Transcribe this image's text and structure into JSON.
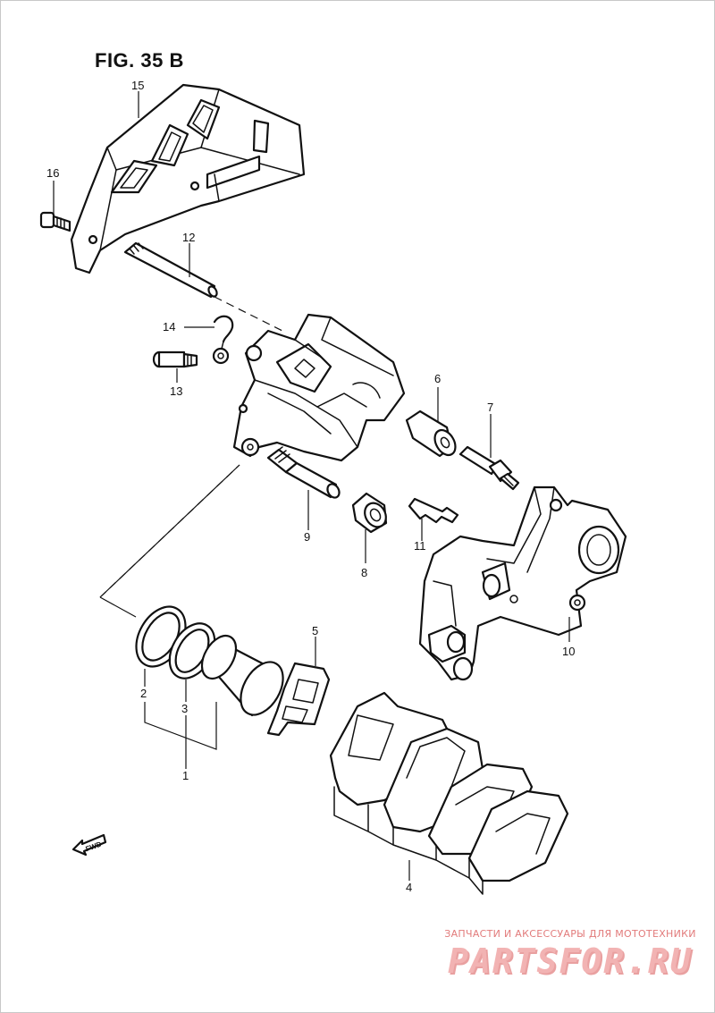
{
  "figure": {
    "title": "FIG. 35 B"
  },
  "callouts": [
    {
      "id": "15",
      "label": "15"
    },
    {
      "id": "16",
      "label": "16"
    },
    {
      "id": "12",
      "label": "12"
    },
    {
      "id": "14",
      "label": "14"
    },
    {
      "id": "13",
      "label": "13"
    },
    {
      "id": "6",
      "label": "6"
    },
    {
      "id": "7",
      "label": "7"
    },
    {
      "id": "9",
      "label": "9"
    },
    {
      "id": "8",
      "label": "8"
    },
    {
      "id": "11",
      "label": "11"
    },
    {
      "id": "10",
      "label": "10"
    },
    {
      "id": "5",
      "label": "5"
    },
    {
      "id": "2",
      "label": "2"
    },
    {
      "id": "3",
      "label": "3"
    },
    {
      "id": "1",
      "label": "1"
    },
    {
      "id": "4",
      "label": "4"
    }
  ],
  "direction_marker": {
    "label": "FWD"
  },
  "watermark": {
    "tagline": "ЗАПЧАСТИ И АКСЕССУАРЫ ДЛЯ МОТОТЕХНИКИ",
    "logo": "PARTSFOR.RU"
  }
}
